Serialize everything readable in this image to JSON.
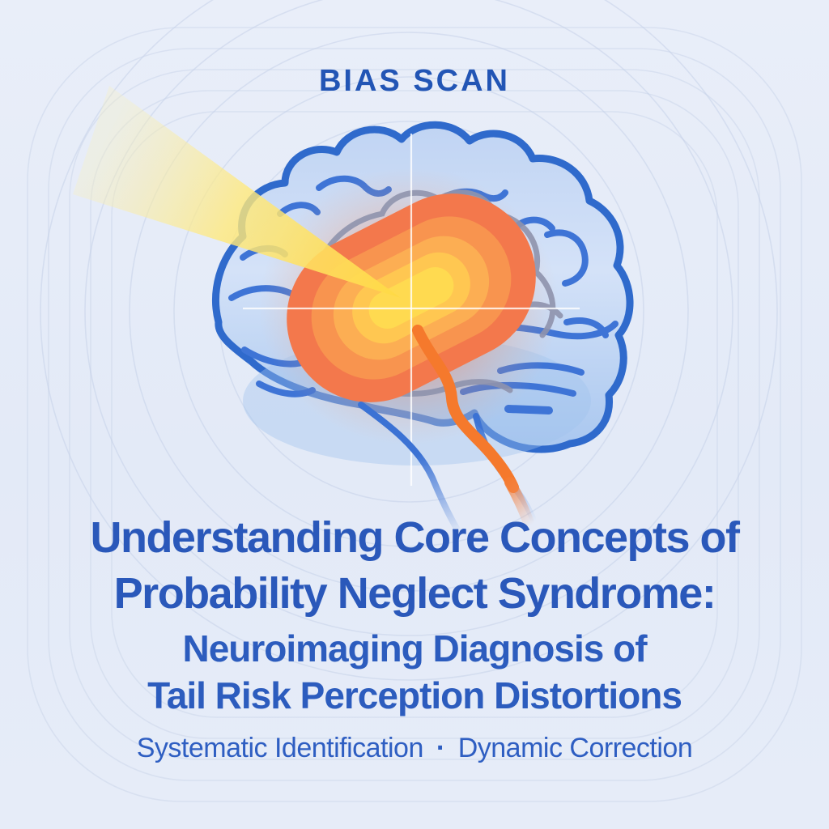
{
  "poster": {
    "eyebrow": "BIAS SCAN",
    "title": {
      "line1": "Understanding Core Concepts of",
      "line2": "Probability Neglect Syndrome:"
    },
    "subtitle": {
      "line1": "Neuroimaging Diagnosis of",
      "line2": "Tail Risk Perception Distortions"
    },
    "tagline": {
      "left": "Systematic Identification",
      "separator": "·",
      "right": "Dynamic Correction"
    },
    "illustration": {
      "name": "brain-bias-scan",
      "colors": {
        "background": "#e5ebf8",
        "heading_blue": "#2a58ba",
        "brain_fill": "#c2d6f4",
        "brain_outline": "#2f6acc",
        "gyri_blue": "#3e74d6",
        "gyri_gray": "#8f93ad",
        "hotspot_rings": [
          "#f3784c",
          "#f8944f",
          "#fcae53",
          "#ffc751"
        ],
        "hotspot_core": "#ffda50",
        "beam_yellow": "#ffe25a",
        "nerve_orange": "#f5792c",
        "crosshair_white": "#ffffff",
        "contour_line": "#cfd9ec"
      }
    }
  }
}
